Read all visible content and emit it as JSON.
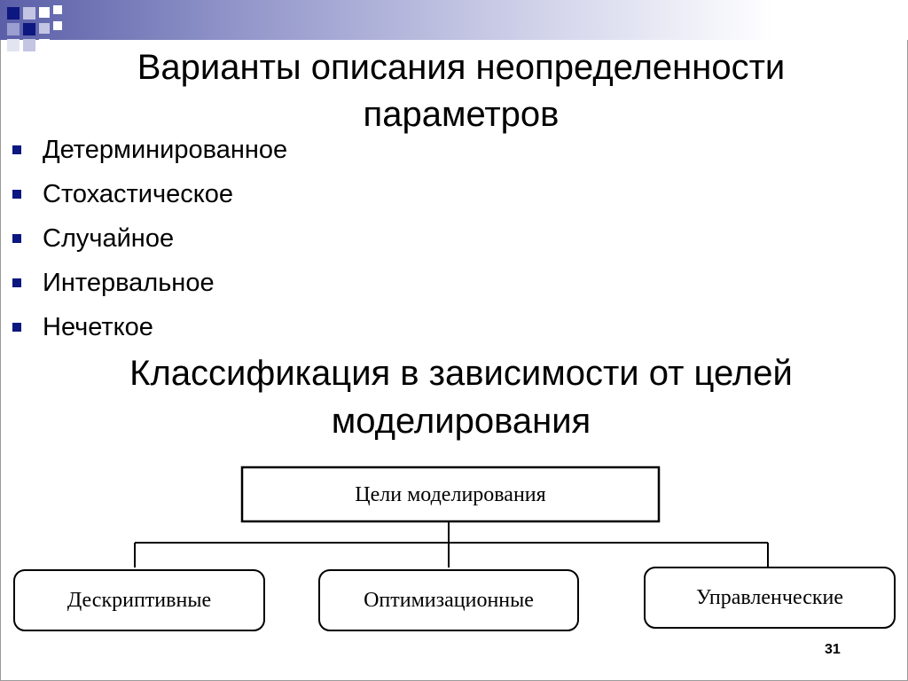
{
  "slide": {
    "title": "Варианты описания неопределенности параметров",
    "bullets": [
      "Детерминированное",
      "Стохастическое",
      "Случайное",
      "Интервальное",
      "Нечеткое"
    ],
    "subtitle": "Классификация в зависимости от целей моделирования",
    "page_number": "31"
  },
  "diagram": {
    "root": "Цели моделирования",
    "children": [
      "Дескриптивные",
      "Оптимизационные",
      "Управленческие"
    ]
  },
  "colors": {
    "bullet": "#0c1780",
    "header_band_start": "#5a5fa8",
    "decor_square_dark": "#0c1780",
    "decor_square_light": "#9a9ed0"
  }
}
